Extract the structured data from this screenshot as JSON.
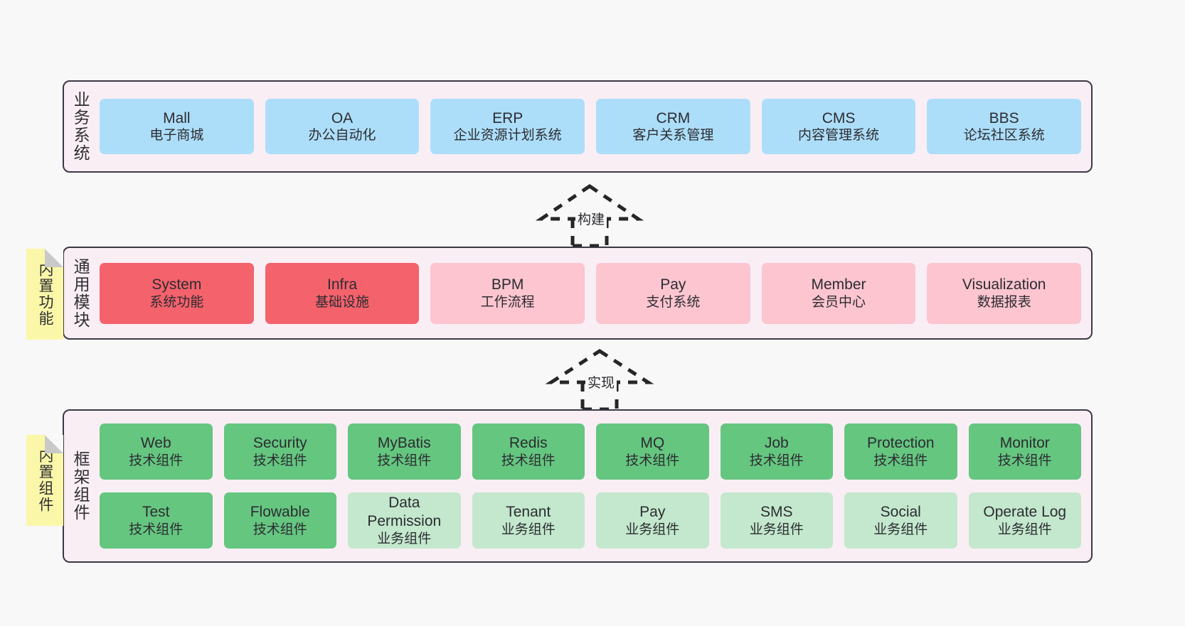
{
  "diagram": {
    "background_color": "#f8f8f8",
    "container_fill": "#faeef5",
    "container_border": "#3d3846",
    "note_color": "#fbf7a8"
  },
  "layers": [
    {
      "label": "业务系统",
      "rows": [
        {
          "nodes": [
            {
              "title": "Mall",
              "subtitle": "电子商城",
              "color": "#addef9",
              "style": "n-blue"
            },
            {
              "title": "OA",
              "subtitle": "办公自动化",
              "color": "#addef9",
              "style": "n-blue"
            },
            {
              "title": "ERP",
              "subtitle": "企业资源计划系统",
              "color": "#addef9",
              "style": "n-blue"
            },
            {
              "title": "CRM",
              "subtitle": "客户关系管理",
              "color": "#addef9",
              "style": "n-blue"
            },
            {
              "title": "CMS",
              "subtitle": "内容管理系统",
              "color": "#addef9",
              "style": "n-blue"
            },
            {
              "title": "BBS",
              "subtitle": "论坛社区系统",
              "color": "#addef9",
              "style": "n-blue"
            }
          ]
        }
      ]
    },
    {
      "label": "通用模块",
      "note": "内置功能",
      "rows": [
        {
          "nodes": [
            {
              "title": "System",
              "subtitle": "系统功能",
              "color": "#f4626c",
              "style": "n-red"
            },
            {
              "title": "Infra",
              "subtitle": "基础设施",
              "color": "#f4626c",
              "style": "n-red"
            },
            {
              "title": "BPM",
              "subtitle": "工作流程",
              "color": "#fcc5d0",
              "style": "n-pink"
            },
            {
              "title": "Pay",
              "subtitle": "支付系统",
              "color": "#fcc5d0",
              "style": "n-pink"
            },
            {
              "title": "Member",
              "subtitle": "会员中心",
              "color": "#fcc5d0",
              "style": "n-pink"
            },
            {
              "title": "Visualization",
              "subtitle": "数据报表",
              "color": "#fcc5d0",
              "style": "n-pink"
            }
          ]
        }
      ]
    },
    {
      "label": "框架组件",
      "note": "内置组件",
      "rows": [
        {
          "nodes": [
            {
              "title": "Web",
              "subtitle": "技术组件",
              "color": "#65c680",
              "style": "n-green"
            },
            {
              "title": "Security",
              "subtitle": "技术组件",
              "color": "#65c680",
              "style": "n-green"
            },
            {
              "title": "MyBatis",
              "subtitle": "技术组件",
              "color": "#65c680",
              "style": "n-green"
            },
            {
              "title": "Redis",
              "subtitle": "技术组件",
              "color": "#65c680",
              "style": "n-green"
            },
            {
              "title": "MQ",
              "subtitle": "技术组件",
              "color": "#65c680",
              "style": "n-green"
            },
            {
              "title": "Job",
              "subtitle": "技术组件",
              "color": "#65c680",
              "style": "n-green"
            },
            {
              "title": "Protection",
              "subtitle": "技术组件",
              "color": "#65c680",
              "style": "n-green"
            },
            {
              "title": "Monitor",
              "subtitle": "技术组件",
              "color": "#65c680",
              "style": "n-green"
            }
          ]
        },
        {
          "nodes": [
            {
              "title": "Test",
              "subtitle": "技术组件",
              "color": "#65c680",
              "style": "n-green"
            },
            {
              "title": "Flowable",
              "subtitle": "技术组件",
              "color": "#65c680",
              "style": "n-green"
            },
            {
              "title": "Data Permission",
              "subtitle": "业务组件",
              "color": "#c3e8cd",
              "style": "n-greenpale"
            },
            {
              "title": "Tenant",
              "subtitle": "业务组件",
              "color": "#c3e8cd",
              "style": "n-greenpale"
            },
            {
              "title": "Pay",
              "subtitle": "业务组件",
              "color": "#c3e8cd",
              "style": "n-greenpale"
            },
            {
              "title": "SMS",
              "subtitle": "业务组件",
              "color": "#c3e8cd",
              "style": "n-greenpale"
            },
            {
              "title": "Social",
              "subtitle": "业务组件",
              "color": "#c3e8cd",
              "style": "n-greenpale"
            },
            {
              "title": "Operate Log",
              "subtitle": "业务组件",
              "color": "#c3e8cd",
              "style": "n-greenpale"
            }
          ]
        }
      ]
    }
  ],
  "connectors": [
    {
      "label": "构建",
      "from": "通用模块",
      "to": "业务系统"
    },
    {
      "label": "实现",
      "from": "框架组件",
      "to": "通用模块"
    }
  ]
}
